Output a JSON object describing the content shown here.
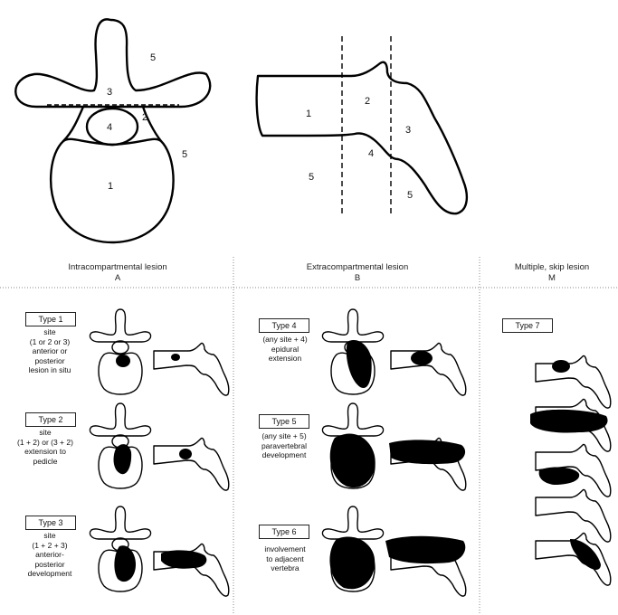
{
  "top_left_labels": {
    "n1": "1",
    "n2": "2",
    "n3": "3",
    "n4": "4",
    "n5a": "5",
    "n5b": "5"
  },
  "top_right_labels": {
    "n1": "1",
    "n2": "2",
    "n3": "3",
    "n4": "4",
    "n5a": "5",
    "n5b": "5"
  },
  "sections": [
    {
      "title": "Intracompartmental lesion",
      "code": "A"
    },
    {
      "title": "Extracompartmental lesion",
      "code": "B"
    },
    {
      "title": "Multiple, skip lesion",
      "code": "M"
    }
  ],
  "types": [
    {
      "label": "Type 1",
      "lines": [
        "site",
        "(1 or 2 or 3)",
        "anterior or",
        "posterior",
        "lesion in situ"
      ]
    },
    {
      "label": "Type 2",
      "lines": [
        "site",
        "(1 + 2) or (3 + 2)",
        "extension to",
        "pedicle"
      ]
    },
    {
      "label": "Type 3",
      "lines": [
        "site",
        "(1 + 2 + 3)",
        "anterior-",
        "posterior",
        "development"
      ]
    },
    {
      "label": "Type 4",
      "lines": [
        "(any site + 4)",
        "epidural",
        "extension"
      ]
    },
    {
      "label": "Type 5",
      "lines": [
        "(any site + 5)",
        "paravertebral",
        "development"
      ]
    },
    {
      "label": "Type 6",
      "lines": [
        "involvement",
        "to adjacent",
        "vertebra"
      ]
    },
    {
      "label": "Type 7",
      "lines": []
    }
  ]
}
